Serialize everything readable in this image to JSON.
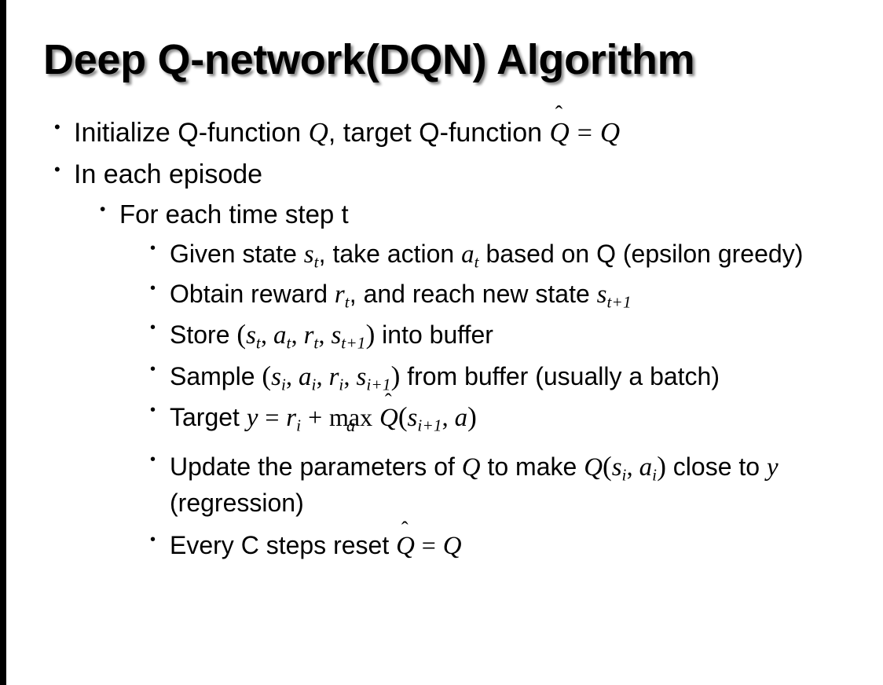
{
  "slide": {
    "title": "Deep Q-network(DQN) Algorithm",
    "background_color": "#ffffff",
    "text_color": "#000000",
    "left_bar_color": "#000000",
    "bullet_glyph": "•"
  },
  "bullets": {
    "b1_initialize": {
      "level": 1,
      "plain": "Initialize Q-function Q, target Q-function Q̂ = Q",
      "t1": "Initialize Q-function ",
      "var_Q1": "Q",
      "t2": ", target Q-function ",
      "hat_Q": "Q",
      "hat_mark": "ˆ",
      "eq": "=",
      "var_Q2": "Q"
    },
    "b2_in_each_episode": {
      "level": 1,
      "plain": "In each episode",
      "text": "In each episode"
    },
    "b3_for_each_time_step": {
      "level": 2,
      "plain": "For each time step t",
      "text": "For each time step t"
    },
    "b4_given_state": {
      "level": 3,
      "plain": "Given state s_t, take action a_t based on Q (epsilon greedy)",
      "t1": "Given state ",
      "var_s": "s",
      "sub_s": "t",
      "t2": ", take action ",
      "var_a": "a",
      "sub_a": "t",
      "t3": " based on Q (epsilon greedy)"
    },
    "b5_obtain_reward": {
      "level": 3,
      "plain": "Obtain reward r_t, and reach new state s_{t+1}",
      "t1": "Obtain reward ",
      "var_r": "r",
      "sub_r": "t",
      "t2": ", and reach new state ",
      "var_s": "s",
      "sub_s": "t+1"
    },
    "b6_store": {
      "level": 3,
      "plain": "Store (s_t, a_t, r_t, s_{t+1}) into buffer",
      "t1": "Store ",
      "open": "(",
      "var_s1": "s",
      "sub_s1": "t",
      "c1": ", ",
      "var_a": "a",
      "sub_a": "t",
      "c2": ", ",
      "var_r": "r",
      "sub_r": "t",
      "c3": ", ",
      "var_s2": "s",
      "sub_s2": "t+1",
      "close": ")",
      "t2": " into buffer"
    },
    "b7_sample": {
      "level": 3,
      "plain": "Sample (s_i, a_i, r_i, s_{i+1}) from buffer (usually a batch)",
      "t1": "Sample ",
      "open": "(",
      "var_s1": "s",
      "sub_s1": "i",
      "c1": ", ",
      "var_a": "a",
      "sub_a": "i",
      "c2": ", ",
      "var_r": "r",
      "sub_r": "i",
      "c3": ", ",
      "var_s2": "s",
      "sub_s2": "i+1",
      "close": ")",
      "t2": " from buffer (usually a batch)"
    },
    "b8_target": {
      "level": 3,
      "plain": "Target y = r_i + max_a Q̂(s_{i+1}, a)",
      "t1": "Target ",
      "var_y": "y",
      "eq": "=",
      "var_r": "r",
      "sub_r": "i",
      "plus": "+",
      "max_op": "max",
      "max_under": "a",
      "hat_Q": "Q",
      "hat_mark": "ˆ",
      "open": "(",
      "var_s": "s",
      "sub_s": "i+1",
      "comma": ", ",
      "var_a": "a",
      "close": ")"
    },
    "b9_update": {
      "level": 3,
      "plain": "Update the parameters of Q to make Q(s_i, a_i) close to y (regression)",
      "t1": "Update the parameters of ",
      "var_Q1": "Q",
      "t2": " to make ",
      "var_Q2": "Q",
      "open": "(",
      "var_s": "s",
      "sub_s": "i",
      "comma": ", ",
      "var_a": "a",
      "sub_a": "i",
      "close": ")",
      "t3": " close to ",
      "var_y": "y",
      "t4": " (regression)"
    },
    "b10_every_c_steps": {
      "level": 3,
      "plain": "Every C steps reset Q̂ = Q",
      "t1": "Every C steps reset ",
      "hat_Q": "Q",
      "hat_mark": "ˆ",
      "eq": "=",
      "var_Q": "Q"
    }
  }
}
